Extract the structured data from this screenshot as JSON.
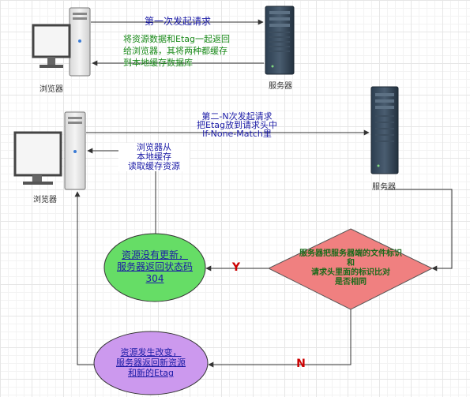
{
  "colors": {
    "line": "#333333",
    "label_blue": "#1a1aa6",
    "label_green": "#1a8a1a",
    "diamond_fill": "#f08080",
    "diamond_text": "#1a6a1a",
    "ellipse_green": "#66dd66",
    "ellipse_purple": "#cc99ee",
    "ellipse_text": "#1a1aa6",
    "branch_label": "#cc0000"
  },
  "top": {
    "browser_label": "浏览器",
    "server_label": "服务器",
    "request_label": "第一次发起请求",
    "response_label": "将资源数据和Etag一起返回给浏览器，其将两种都缓存到本地缓存数据库"
  },
  "bottom": {
    "browser_label": "浏览器",
    "server_label": "服务器",
    "request_label_1": "第二-N次发起请求",
    "request_label_2": "把Etag放到请求头中",
    "request_label_3": "If-None-Match里",
    "cache_label_1": "浏览器从",
    "cache_label_2": "本地缓存",
    "cache_label_3": "读取缓存资源"
  },
  "decision": {
    "line_1": "服务器把服务器端的文件标识",
    "line_2": "和",
    "line_3": "请求头里面的标识比对",
    "line_4": "是否相同"
  },
  "branch_yes": "Y",
  "branch_no": "N",
  "not_modified": {
    "line_1": "资源没有更新，",
    "line_2": "服务器返回状态码",
    "line_3": "304"
  },
  "modified": {
    "line_1": "资源发生改变，",
    "line_2": "服务器返回新资源",
    "line_3": "和新的Etag"
  }
}
